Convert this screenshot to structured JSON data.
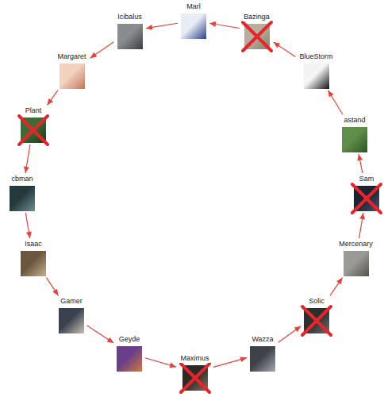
{
  "diagram": {
    "nodes": [
      {
        "text": [
          "Marl"
        ]
      },
      {
        "text": [
          "Bazinga"
        ]
      },
      {
        "text": [
          "BlueStorm"
        ]
      },
      {
        "text": [
          "astand"
        ]
      },
      {
        "text": [
          "Sam"
        ]
      },
      {
        "text": [
          "Mercenary"
        ]
      },
      {
        "text": [
          "Solic"
        ]
      },
      {
        "text": [
          "Wazza"
        ]
      },
      {
        "text": [
          "Maximus"
        ]
      },
      {
        "text": [
          "Geyde"
        ]
      },
      {
        "text": [
          "Gamer"
        ]
      },
      {
        "text": [
          "Isaac"
        ]
      },
      {
        "text": [
          "cbman"
        ]
      },
      {
        "text": [
          "Plant"
        ]
      },
      {
        "text": [
          "Margaret"
        ]
      },
      {
        "text": [
          "Icibalus"
        ]
      }
    ],
    "edges": [
      {
        "from": 1,
        "to": 0,
        "arrow": "to"
      },
      {
        "from": 0,
        "to": 15,
        "arrow": "to"
      },
      {
        "from": 15,
        "to": 14,
        "arrow": "to"
      },
      {
        "from": 14,
        "to": 13,
        "arrow": "to"
      },
      {
        "from": 13,
        "to": 12,
        "arrow": "to"
      },
      {
        "from": 12,
        "to": 11,
        "arrow": "to"
      },
      {
        "from": 11,
        "to": 10,
        "arrow": "to"
      },
      {
        "from": 10,
        "to": 9,
        "arrow": "to"
      },
      {
        "from": 9,
        "to": 8,
        "arrow": "to"
      },
      {
        "from": 8,
        "to": 7,
        "arrow": "to"
      },
      {
        "from": 7,
        "to": 6,
        "arrow": "to"
      },
      {
        "from": 6,
        "to": 5,
        "arrow": "to"
      },
      {
        "from": 5,
        "to": 4,
        "arrow": "to"
      },
      {
        "from": 4,
        "to": 3,
        "arrow": "to"
      },
      {
        "from": 3,
        "to": 2,
        "arrow": "to"
      },
      {
        "from": 2,
        "to": 1,
        "arrow": "to"
      }
    ]
  }
}
